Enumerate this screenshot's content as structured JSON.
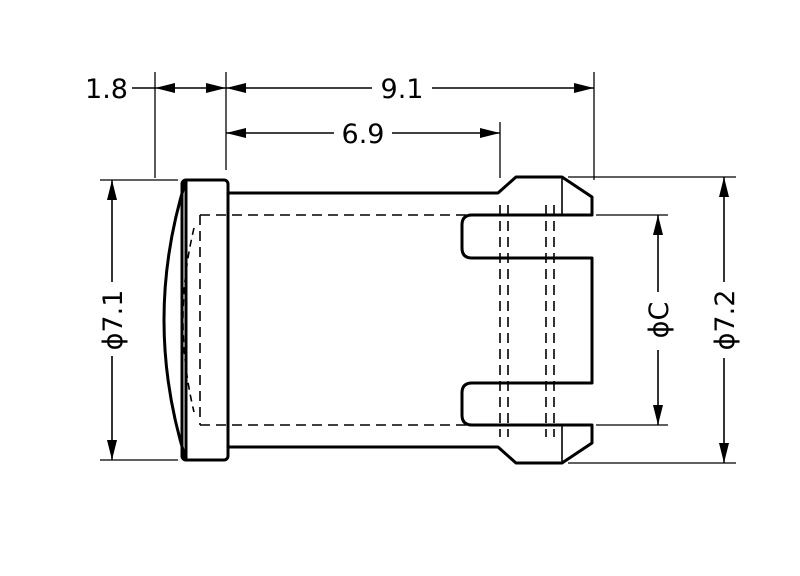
{
  "dimensions": {
    "top_offset": "1.8",
    "overall_length": "9.1",
    "body_length": "6.9",
    "flange_diameter": "ϕ7.1",
    "tip_diameter": "ϕ7.2",
    "inner_diameter": "ϕC"
  }
}
